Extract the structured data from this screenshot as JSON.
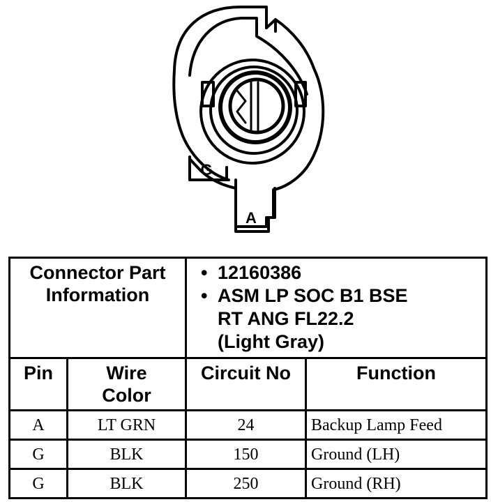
{
  "diagram": {
    "pin_labels": [
      "G",
      "A"
    ]
  },
  "table": {
    "part_header": [
      "Connector Part",
      "Information"
    ],
    "part_info": [
      "12160386",
      "ASM LP SOC B1 BSE",
      "RT ANG FL22.2",
      "(Light Gray)"
    ],
    "columns": {
      "pin": "Pin",
      "wire_color": [
        "Wire",
        "Color"
      ],
      "circuit": "Circuit No",
      "function": "Function"
    },
    "rows": [
      {
        "pin": "A",
        "wire_color": "LT GRN",
        "circuit": "24",
        "function": "Backup Lamp Feed"
      },
      {
        "pin": "G",
        "wire_color": "BLK",
        "circuit": "150",
        "function": "Ground (LH)"
      },
      {
        "pin": "G",
        "wire_color": "BLK",
        "circuit": "250",
        "function": "Ground (RH)"
      }
    ]
  }
}
